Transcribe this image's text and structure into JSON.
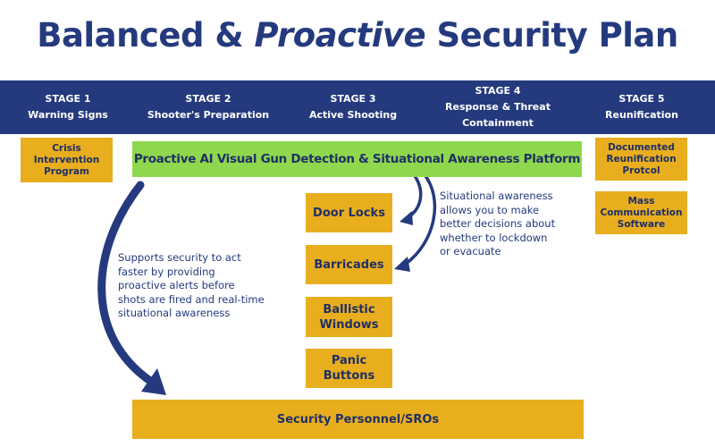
{
  "title": {
    "part1": "Balanced & ",
    "part2": "Proactive",
    "part3": " Security Plan"
  },
  "stages": [
    {
      "num": "STAGE 1",
      "name": "Warning Signs"
    },
    {
      "num": "STAGE 2",
      "name": "Shooter's Preparation"
    },
    {
      "num": "STAGE 3",
      "name": "Active Shooting"
    },
    {
      "num": "STAGE 4",
      "name_line1": "Response & Threat",
      "name_line2": "Containment"
    },
    {
      "num": "STAGE 5",
      "name": "Reunification"
    }
  ],
  "boxes": {
    "crisis": {
      "l1": "Crisis",
      "l2": "Intervention",
      "l3": "Program"
    },
    "platform": "Proactive AI Visual Gun Detection & Situational Awareness Platform",
    "door_locks": "Door Locks",
    "barricades": "Barricades",
    "ballistic": {
      "l1": "Ballistic",
      "l2": "Windows"
    },
    "panic": {
      "l1": "Panic",
      "l2": "Buttons"
    },
    "reunification": {
      "l1": "Documented",
      "l2": "Reunification",
      "l3": "Protcol"
    },
    "mass_comm": {
      "l1": "Mass",
      "l2": "Communication",
      "l3": "Software"
    },
    "security": "Security Personnel/SROs"
  },
  "notes": {
    "supports": [
      "Supports security to act",
      "faster by providing",
      "proactive alerts before",
      "shots are fired and real-time",
      "situational awareness"
    ],
    "situational": [
      "Situational awareness",
      "allows you to make",
      "better decisions about",
      "whether to lockdown",
      "or evacuate"
    ]
  },
  "colors": {
    "navy": "#253a7e",
    "gold": "#e8ae1e",
    "green": "#8ed84e"
  }
}
